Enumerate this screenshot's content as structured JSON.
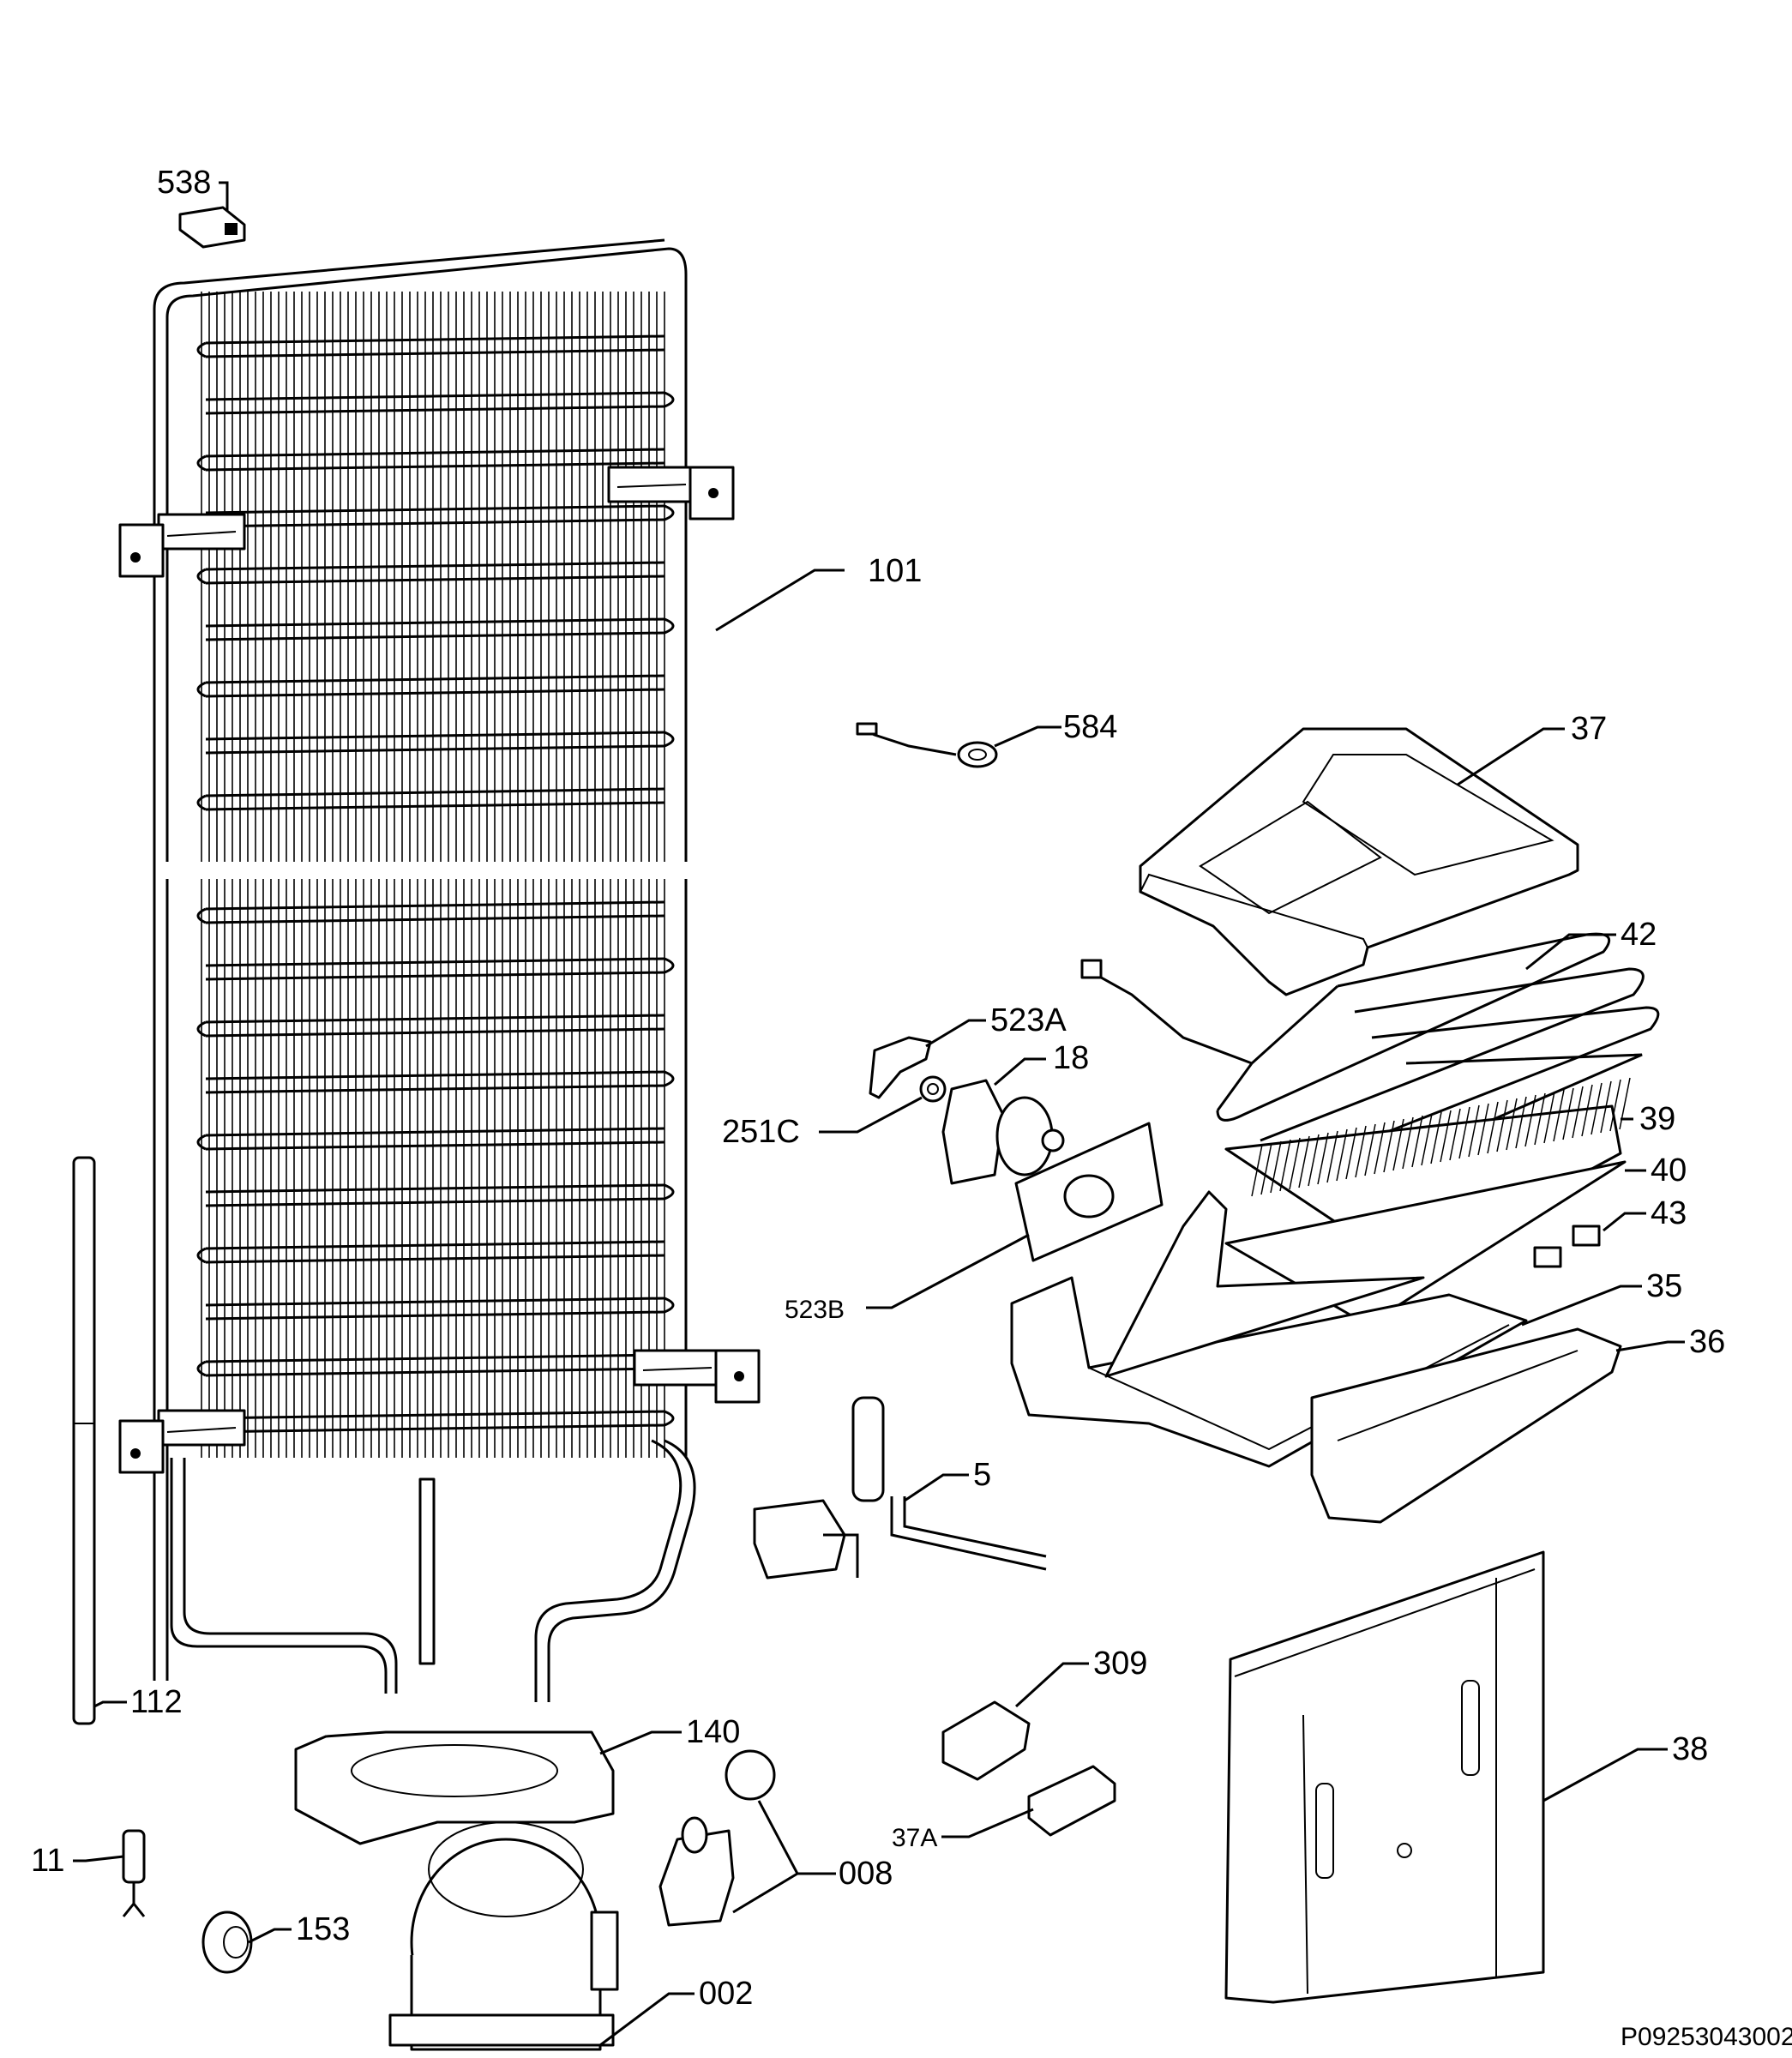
{
  "diagram_code": "P09253043002",
  "labels": {
    "l538": "538",
    "l101": "101",
    "l584": "584",
    "l37": "37",
    "l42": "42",
    "l523A": "523A",
    "l18": "18",
    "l251C": "251C",
    "l39": "39",
    "l40": "40",
    "l43": "43",
    "l523B": "523B",
    "l35": "35",
    "l36": "36",
    "l5": "5",
    "l112": "112",
    "l309": "309",
    "l140": "140",
    "l38": "38",
    "l37A": "37A",
    "l11": "11",
    "l008": "008",
    "l153": "153",
    "l002": "002"
  }
}
